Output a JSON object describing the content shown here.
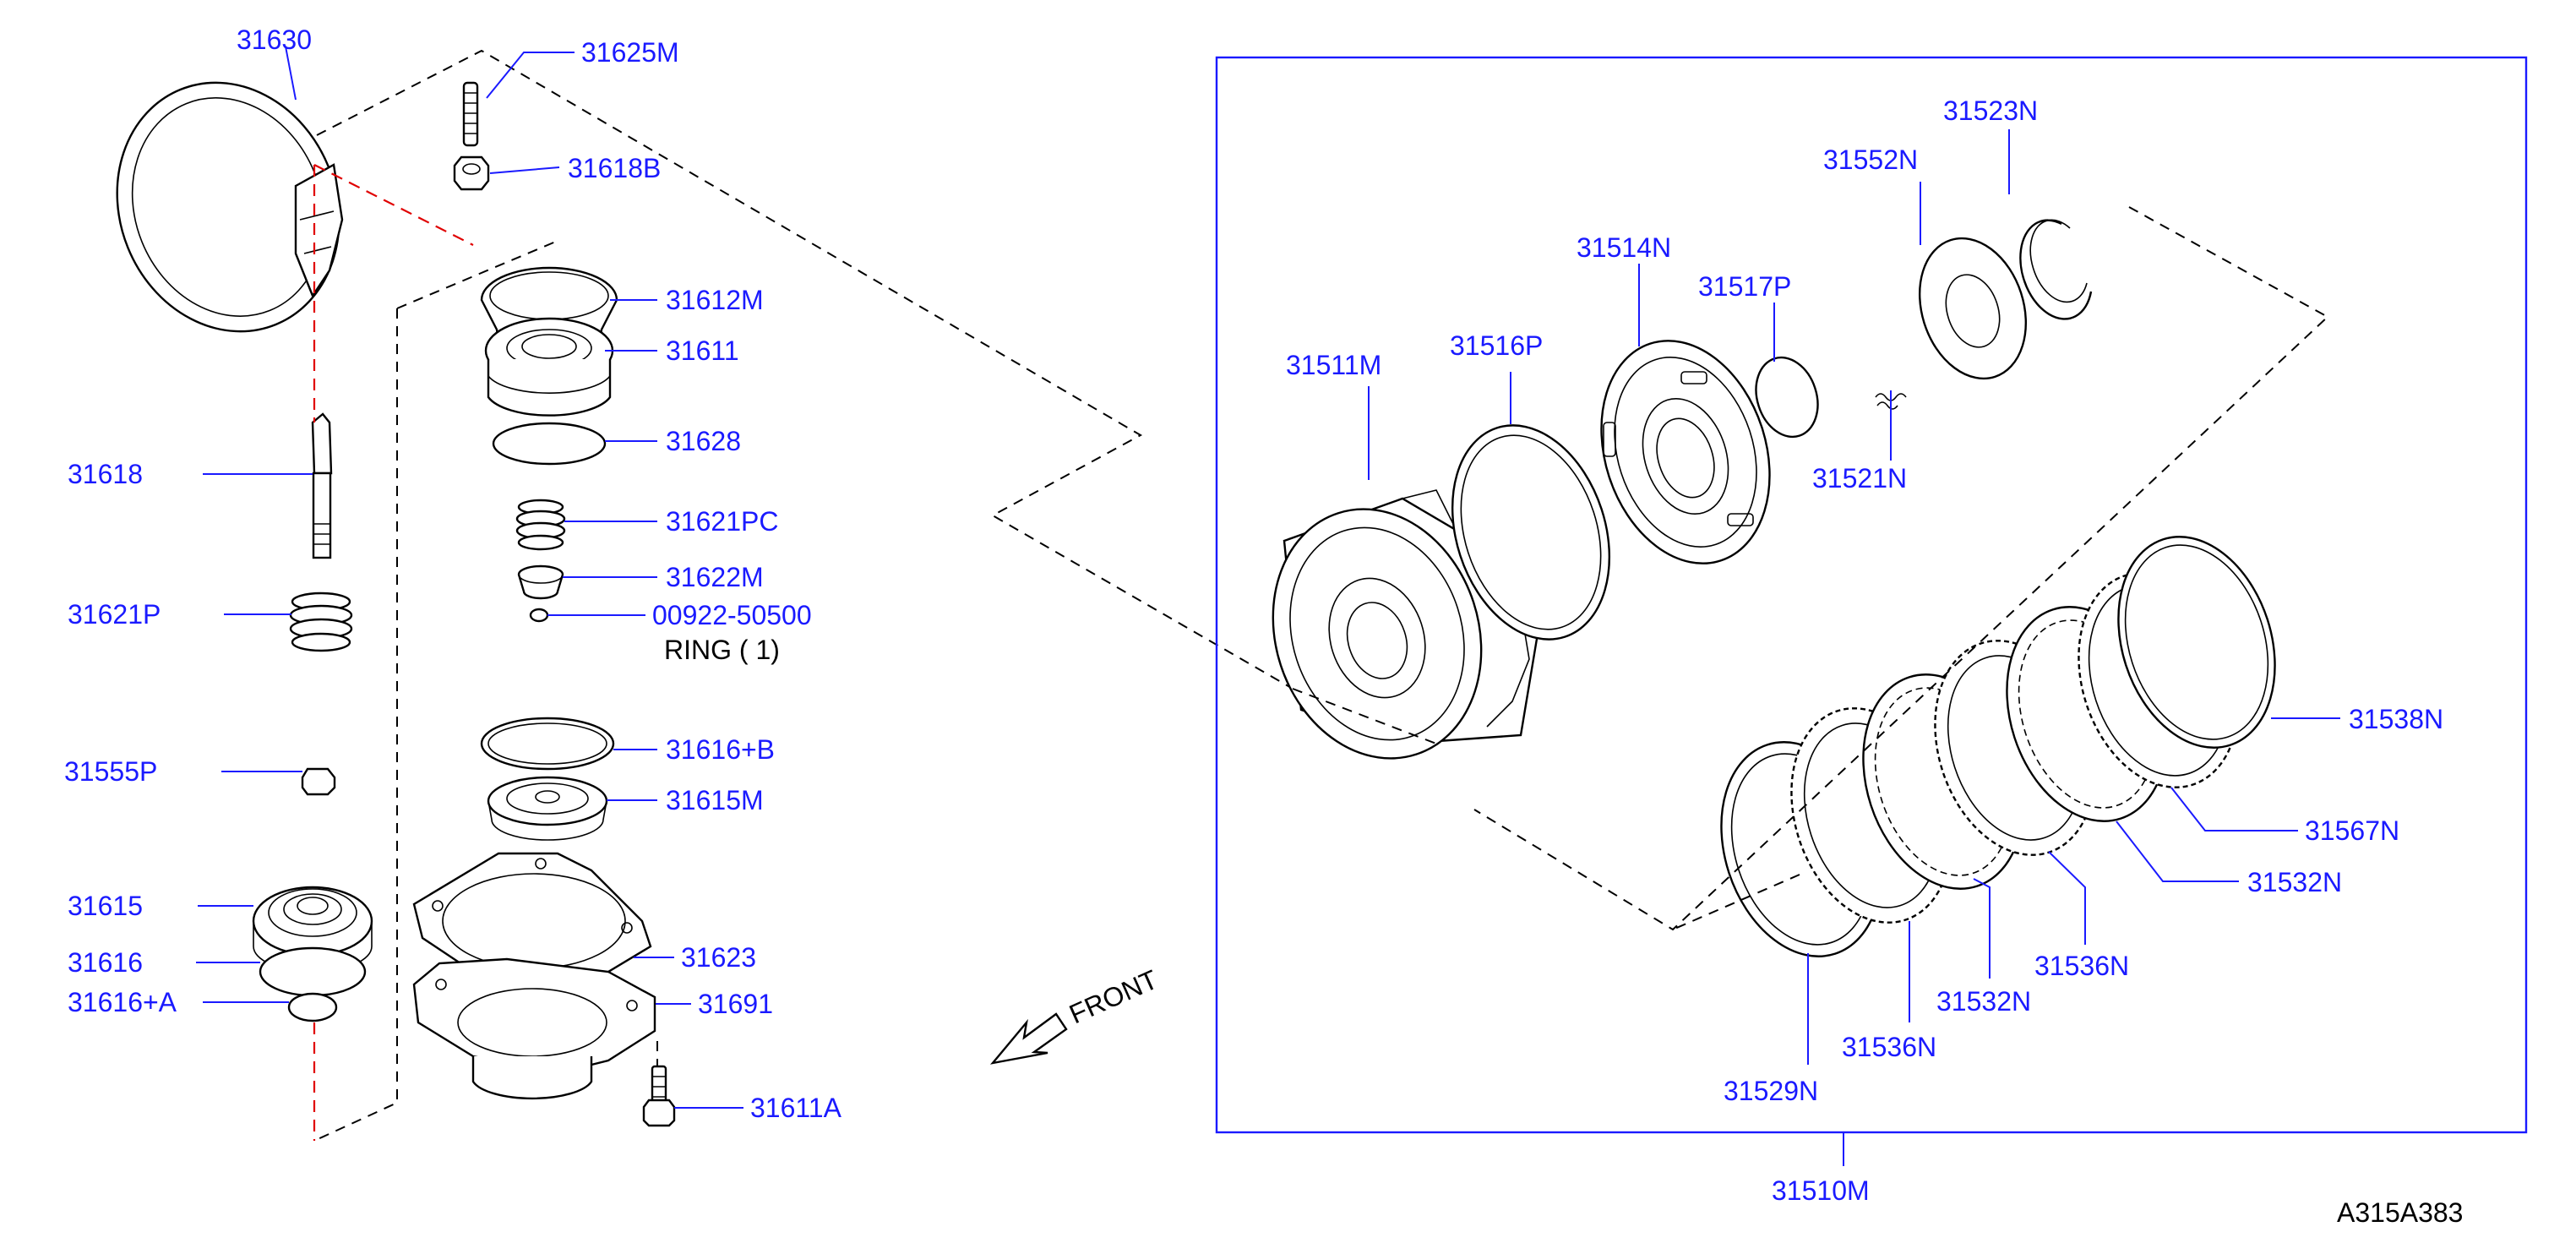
{
  "diagram_ref": "A315A383",
  "callouts": [
    {
      "id": "c31630",
      "text": "31630"
    },
    {
      "id": "c31625m",
      "text": "31625M"
    },
    {
      "id": "c31618b",
      "text": "31618B"
    },
    {
      "id": "c31612m",
      "text": "31612M"
    },
    {
      "id": "c31611",
      "text": "31611"
    },
    {
      "id": "c31628",
      "text": "31628"
    },
    {
      "id": "c31618",
      "text": "31618"
    },
    {
      "id": "c31621pc",
      "text": "31621PC"
    },
    {
      "id": "c31622m",
      "text": "31622M"
    },
    {
      "id": "c31621p",
      "text": "31621P"
    },
    {
      "id": "c00922",
      "text": "00922-50500"
    },
    {
      "id": "cring",
      "text": "RING ( 1)"
    },
    {
      "id": "c31555p",
      "text": "31555P"
    },
    {
      "id": "c31616b",
      "text": "31616+B"
    },
    {
      "id": "c31615m",
      "text": "31615M"
    },
    {
      "id": "c31615",
      "text": "31615"
    },
    {
      "id": "c31616",
      "text": "31616"
    },
    {
      "id": "c31623",
      "text": "31623"
    },
    {
      "id": "c31616a",
      "text": "31616+A"
    },
    {
      "id": "c31691",
      "text": "31691"
    },
    {
      "id": "c31611a",
      "text": "31611A"
    },
    {
      "id": "cfront",
      "text": "FRONT"
    },
    {
      "id": "c31523n",
      "text": "31523N"
    },
    {
      "id": "c31552n",
      "text": "31552N"
    },
    {
      "id": "c31514n",
      "text": "31514N"
    },
    {
      "id": "c31517p",
      "text": "31517P"
    },
    {
      "id": "c31511m",
      "text": "31511M"
    },
    {
      "id": "c31516p",
      "text": "31516P"
    },
    {
      "id": "c31521n",
      "text": "31521N"
    },
    {
      "id": "c31538n",
      "text": "31538N"
    },
    {
      "id": "c31567n",
      "text": "31567N"
    },
    {
      "id": "c31532n_a",
      "text": "31532N"
    },
    {
      "id": "c31536n_a",
      "text": "31536N"
    },
    {
      "id": "c31532n_b",
      "text": "31532N"
    },
    {
      "id": "c31536n_b",
      "text": "31536N"
    },
    {
      "id": "c31529n",
      "text": "31529N"
    },
    {
      "id": "c31510m",
      "text": "31510M"
    }
  ]
}
